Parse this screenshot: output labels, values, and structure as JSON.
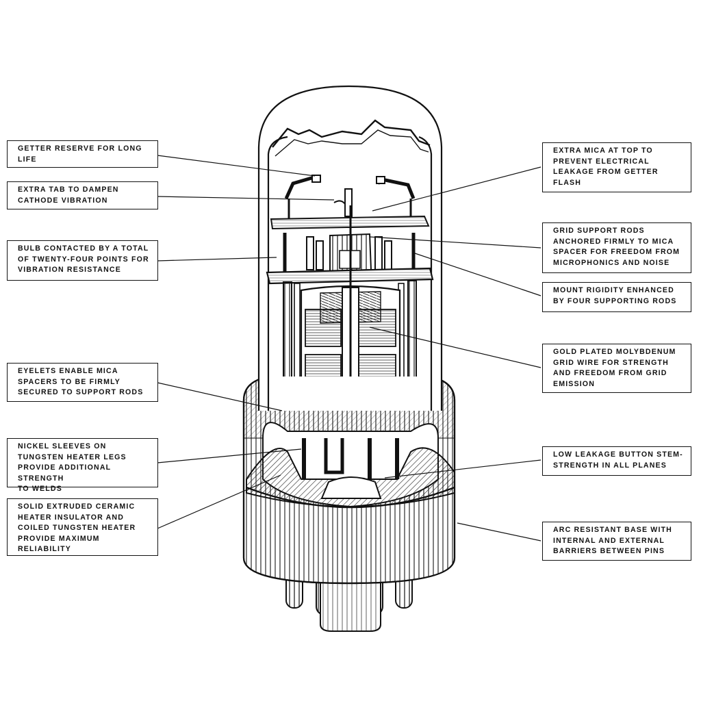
{
  "labels": {
    "getter_reserve": "GETTER RESERVE FOR LONG\nLIFE",
    "extra_tab": "EXTRA TAB TO DAMPEN\nCATHODE VIBRATION",
    "bulb_contacted": "BULB CONTACTED BY A TOTAL\nOF TWENTY-FOUR POINTS FOR\nVIBRATION RESISTANCE",
    "eyelets": "EYELETS ENABLE MICA\nSPACERS TO BE FIRMLY\nSECURED TO SUPPORT RODS",
    "nickel_sleeves": "NICKEL SLEEVES ON\nTUNGSTEN HEATER LEGS\nPROVIDE ADDITIONAL STRENGTH\nTO WELDS",
    "ceramic_insulator": "SOLID EXTRUDED CERAMIC\nHEATER INSULATOR AND\nCOILED TUNGSTEN HEATER\nPROVIDE MAXIMUM\nRELIABILITY",
    "extra_mica": "EXTRA MICA AT TOP TO\nPREVENT ELECTRICAL\nLEAKAGE FROM GETTER\nFLASH",
    "grid_support": "GRID SUPPORT RODS\nANCHORED FIRMLY TO MICA\nSPACER FOR FREEDOM FROM\nMICROPHONICS AND NOISE",
    "mount_rigidity": "MOUNT RIGIDITY ENHANCED\nBY FOUR SUPPORTING RODS",
    "gold_plated": "GOLD PLATED MOLYBDENUM\nGRID WIRE FOR STRENGTH\nAND FREEDOM FROM GRID\nEMISSION",
    "low_leakage": "LOW LEAKAGE BUTTON STEM-\nSTRENGTH IN ALL PLANES",
    "arc_resistant": "ARC RESISTANT BASE WITH\nINTERNAL AND EXTERNAL\nBARRIERS BETWEEN PINS"
  },
  "colors": {
    "ink": "#111111",
    "paper": "#ffffff"
  }
}
